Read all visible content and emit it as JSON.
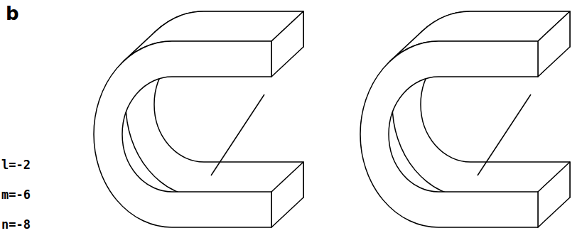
{
  "diagram": {
    "labels": [
      "b",
      "l=-2",
      "m=-6",
      "n=-8"
    ]
  }
}
